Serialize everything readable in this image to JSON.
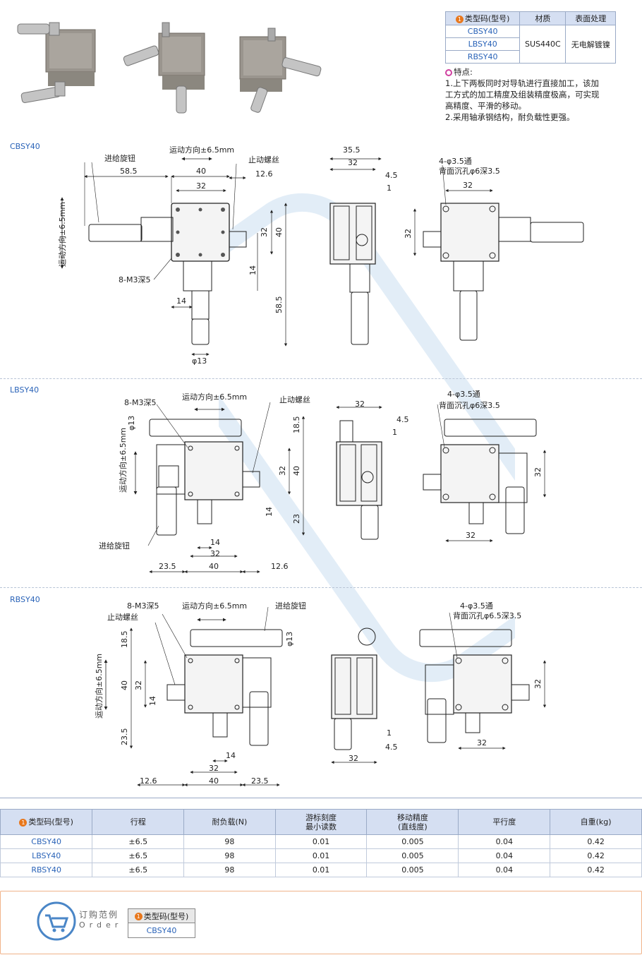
{
  "spec_table": {
    "headers": [
      "类型码(型号)",
      "材质",
      "表面处理"
    ],
    "badge": "1",
    "models": [
      "CBSY40",
      "LBSY40",
      "RBSY40"
    ],
    "material": "SUS440C",
    "surface": "无电解镀镍"
  },
  "features": {
    "title": "特点:",
    "lines": [
      "1.上下两板同时对导轨进行直接加工，该加",
      "工方式的加工精度及组装精度极高，可实现",
      "高精度、平滑的移动。",
      "2.采用轴承钢结构，耐负载性更强。"
    ]
  },
  "sections": {
    "cbsy": {
      "label": "CBSY40",
      "texts": {
        "feed_knob": "进给旋钮",
        "motion": "运动方向±6.5mm",
        "stop_screw": "止动螺丝",
        "d58_5": "58.5",
        "d40": "40",
        "d32": "32",
        "d12_6": "12.6",
        "d32v": "32",
        "d40v": "40",
        "motion_v": "运动方向±6.5mm",
        "holes": "8-M3深5",
        "d14": "14",
        "d14b": "14",
        "d58_5v": "58.5",
        "phi13": "φ13",
        "s35_5": "35.5",
        "s32": "32",
        "s4_5": "4.5",
        "s1": "1",
        "b_holes": "4-φ3.5通",
        "b_counter": "背面沉孔φ6深3.5",
        "b32": "32",
        "b32v": "32"
      }
    },
    "lbsy": {
      "label": "LBSY40",
      "texts": {
        "holes": "8-M3深5",
        "motion": "运动方向±6.5mm",
        "stop_screw": "止动螺丝",
        "phi13": "φ13",
        "motion_v": "运动方向±6.5mm",
        "d18_5": "18.5",
        "d32v": "32",
        "d40v": "40",
        "d14v": "14",
        "d23": "23",
        "feed_knob": "进给旋钮",
        "d14": "14",
        "d32": "32",
        "d23_5": "23.5",
        "d40": "40",
        "d12_6": "12.6",
        "s32": "32",
        "s4_5": "4.5",
        "s1": "1",
        "b_holes": "4-φ3.5通",
        "b_counter": "背面沉孔φ6深3.5",
        "b32v": "32",
        "b32": "32"
      }
    },
    "rbsy": {
      "label": "RBSY40",
      "texts": {
        "holes": "8-M3深5",
        "motion": "运动方向±6.5mm",
        "feed_knob": "进给旋钮",
        "stop_screw": "止动螺丝",
        "phi13": "φ13",
        "d18_5": "18.5",
        "d40v": "40",
        "d32v": "32",
        "d14v": "14",
        "motion_v": "运动方向±6.5mm",
        "d23_5v": "23.5",
        "d14": "14",
        "d32": "32",
        "d12_6": "12.6",
        "d40": "40",
        "d23_5": "23.5",
        "s1": "1",
        "s4_5": "4.5",
        "s32": "32",
        "b_holes": "4-φ3.5通",
        "b_counter": "背面沉孔φ6.5深3.5",
        "b32v": "32",
        "b32": "32"
      }
    }
  },
  "main_table": {
    "headers": [
      "类型码(型号)",
      "行程",
      "耐负载(N)",
      "游标刻度\n最小读数",
      "移动精度\n(直线度)",
      "平行度",
      "自重(kg)"
    ],
    "rows": [
      [
        "CBSY40",
        "±6.5",
        "98",
        "0.01",
        "0.005",
        "0.04",
        "0.42"
      ],
      [
        "LBSY40",
        "±6.5",
        "98",
        "0.01",
        "0.005",
        "0.04",
        "0.42"
      ],
      [
        "RBSY40",
        "±6.5",
        "98",
        "0.01",
        "0.005",
        "0.04",
        "0.42"
      ]
    ]
  },
  "order": {
    "title_cn": "订购范例",
    "title_en": "Order",
    "header": "类型码(型号)",
    "value": "CBSY40"
  },
  "colors": {
    "accent": "#2a63b8",
    "header_bg": "#d5dff2",
    "badge": "#e8771c",
    "order_border": "#f0b38a"
  }
}
